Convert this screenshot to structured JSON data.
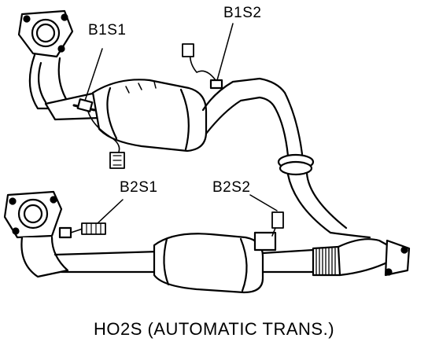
{
  "diagram": {
    "sensors": [
      {
        "id": "b1s1",
        "label": "B1S1"
      },
      {
        "id": "b1s2",
        "label": "B1S2"
      },
      {
        "id": "b2s1",
        "label": "B2S1"
      },
      {
        "id": "b2s2",
        "label": "B2S2"
      }
    ],
    "caption": "HO2S (AUTOMATIC TRANS.)"
  }
}
